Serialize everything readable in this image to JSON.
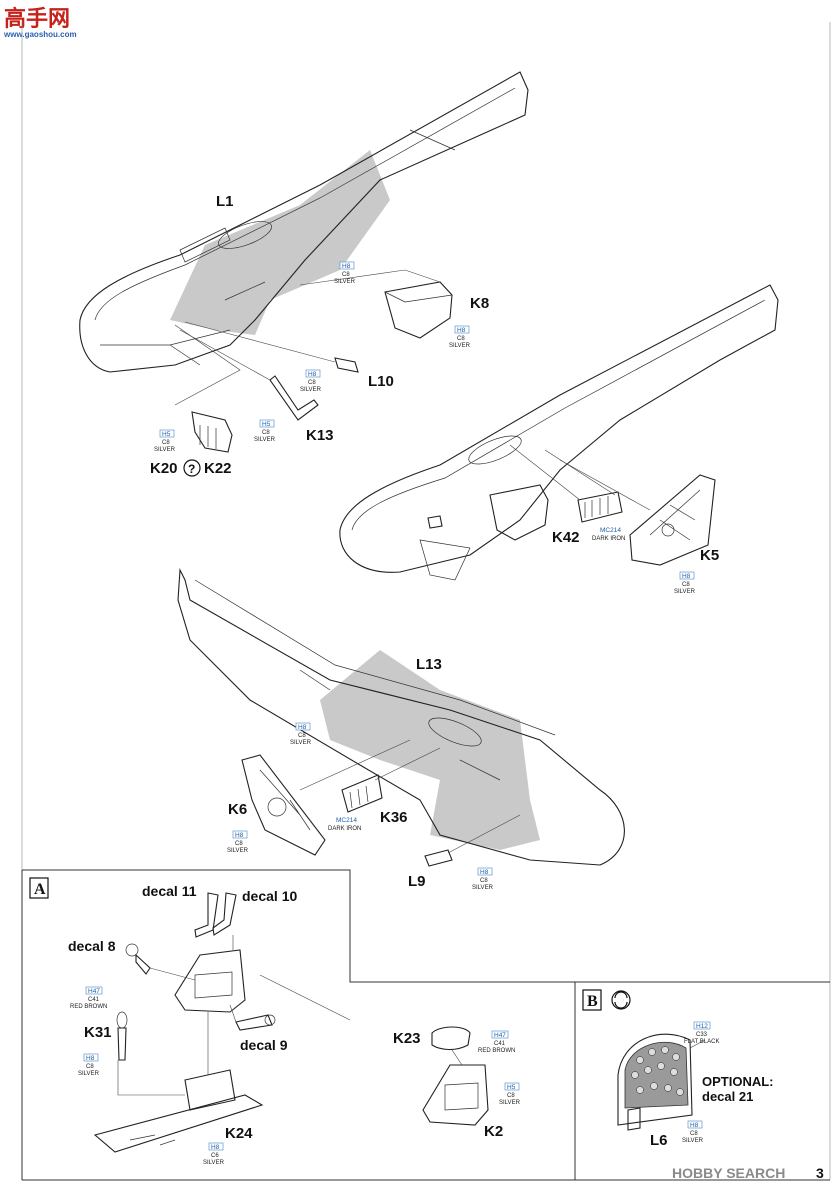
{
  "watermark": {
    "site_name": "高手网",
    "site_url": "www.gaoshou.com",
    "brand": "HOBBY SEARCH"
  },
  "page_number": "3",
  "steps": {
    "A": "A",
    "B": "B"
  },
  "parts": {
    "L1": "L1",
    "K8": "K8",
    "L10": "L10",
    "K13": "K13",
    "K20": "K20",
    "K22": "K22",
    "K42": "K42",
    "K5": "K5",
    "L13": "L13",
    "K6": "K6",
    "K36": "K36",
    "L9": "L9",
    "K31": "K31",
    "K24": "K24",
    "K23": "K23",
    "K2": "K2",
    "L6": "L6"
  },
  "decals": {
    "d11": "decal 11",
    "d10": "decal 10",
    "d8": "decal 8",
    "d9": "decal 9"
  },
  "optional_note": {
    "line1": "OPTIONAL:",
    "line2": "decal 21"
  },
  "paint_codes": {
    "silver_h8": {
      "a": "H8",
      "b": "C8",
      "name": "SILVER"
    },
    "silver_h5": {
      "a": "H5",
      "b": "C8",
      "name": "SILVER"
    },
    "silver_h8_c6": {
      "a": "H8",
      "b": "C6",
      "name": "SILVER"
    },
    "dark_iron": {
      "a": "MC214",
      "name": "DARK IRON"
    },
    "red_brown": {
      "a": "H47",
      "b": "C41",
      "name": "RED BROWN"
    },
    "flat_black": {
      "a": "H12",
      "b": "C33",
      "name": "FLAT BLACK"
    }
  },
  "colors": {
    "code_blue": "#1c5fa8",
    "watermark_red": "#c6221c",
    "shade_grey": "#c9c9c9"
  }
}
